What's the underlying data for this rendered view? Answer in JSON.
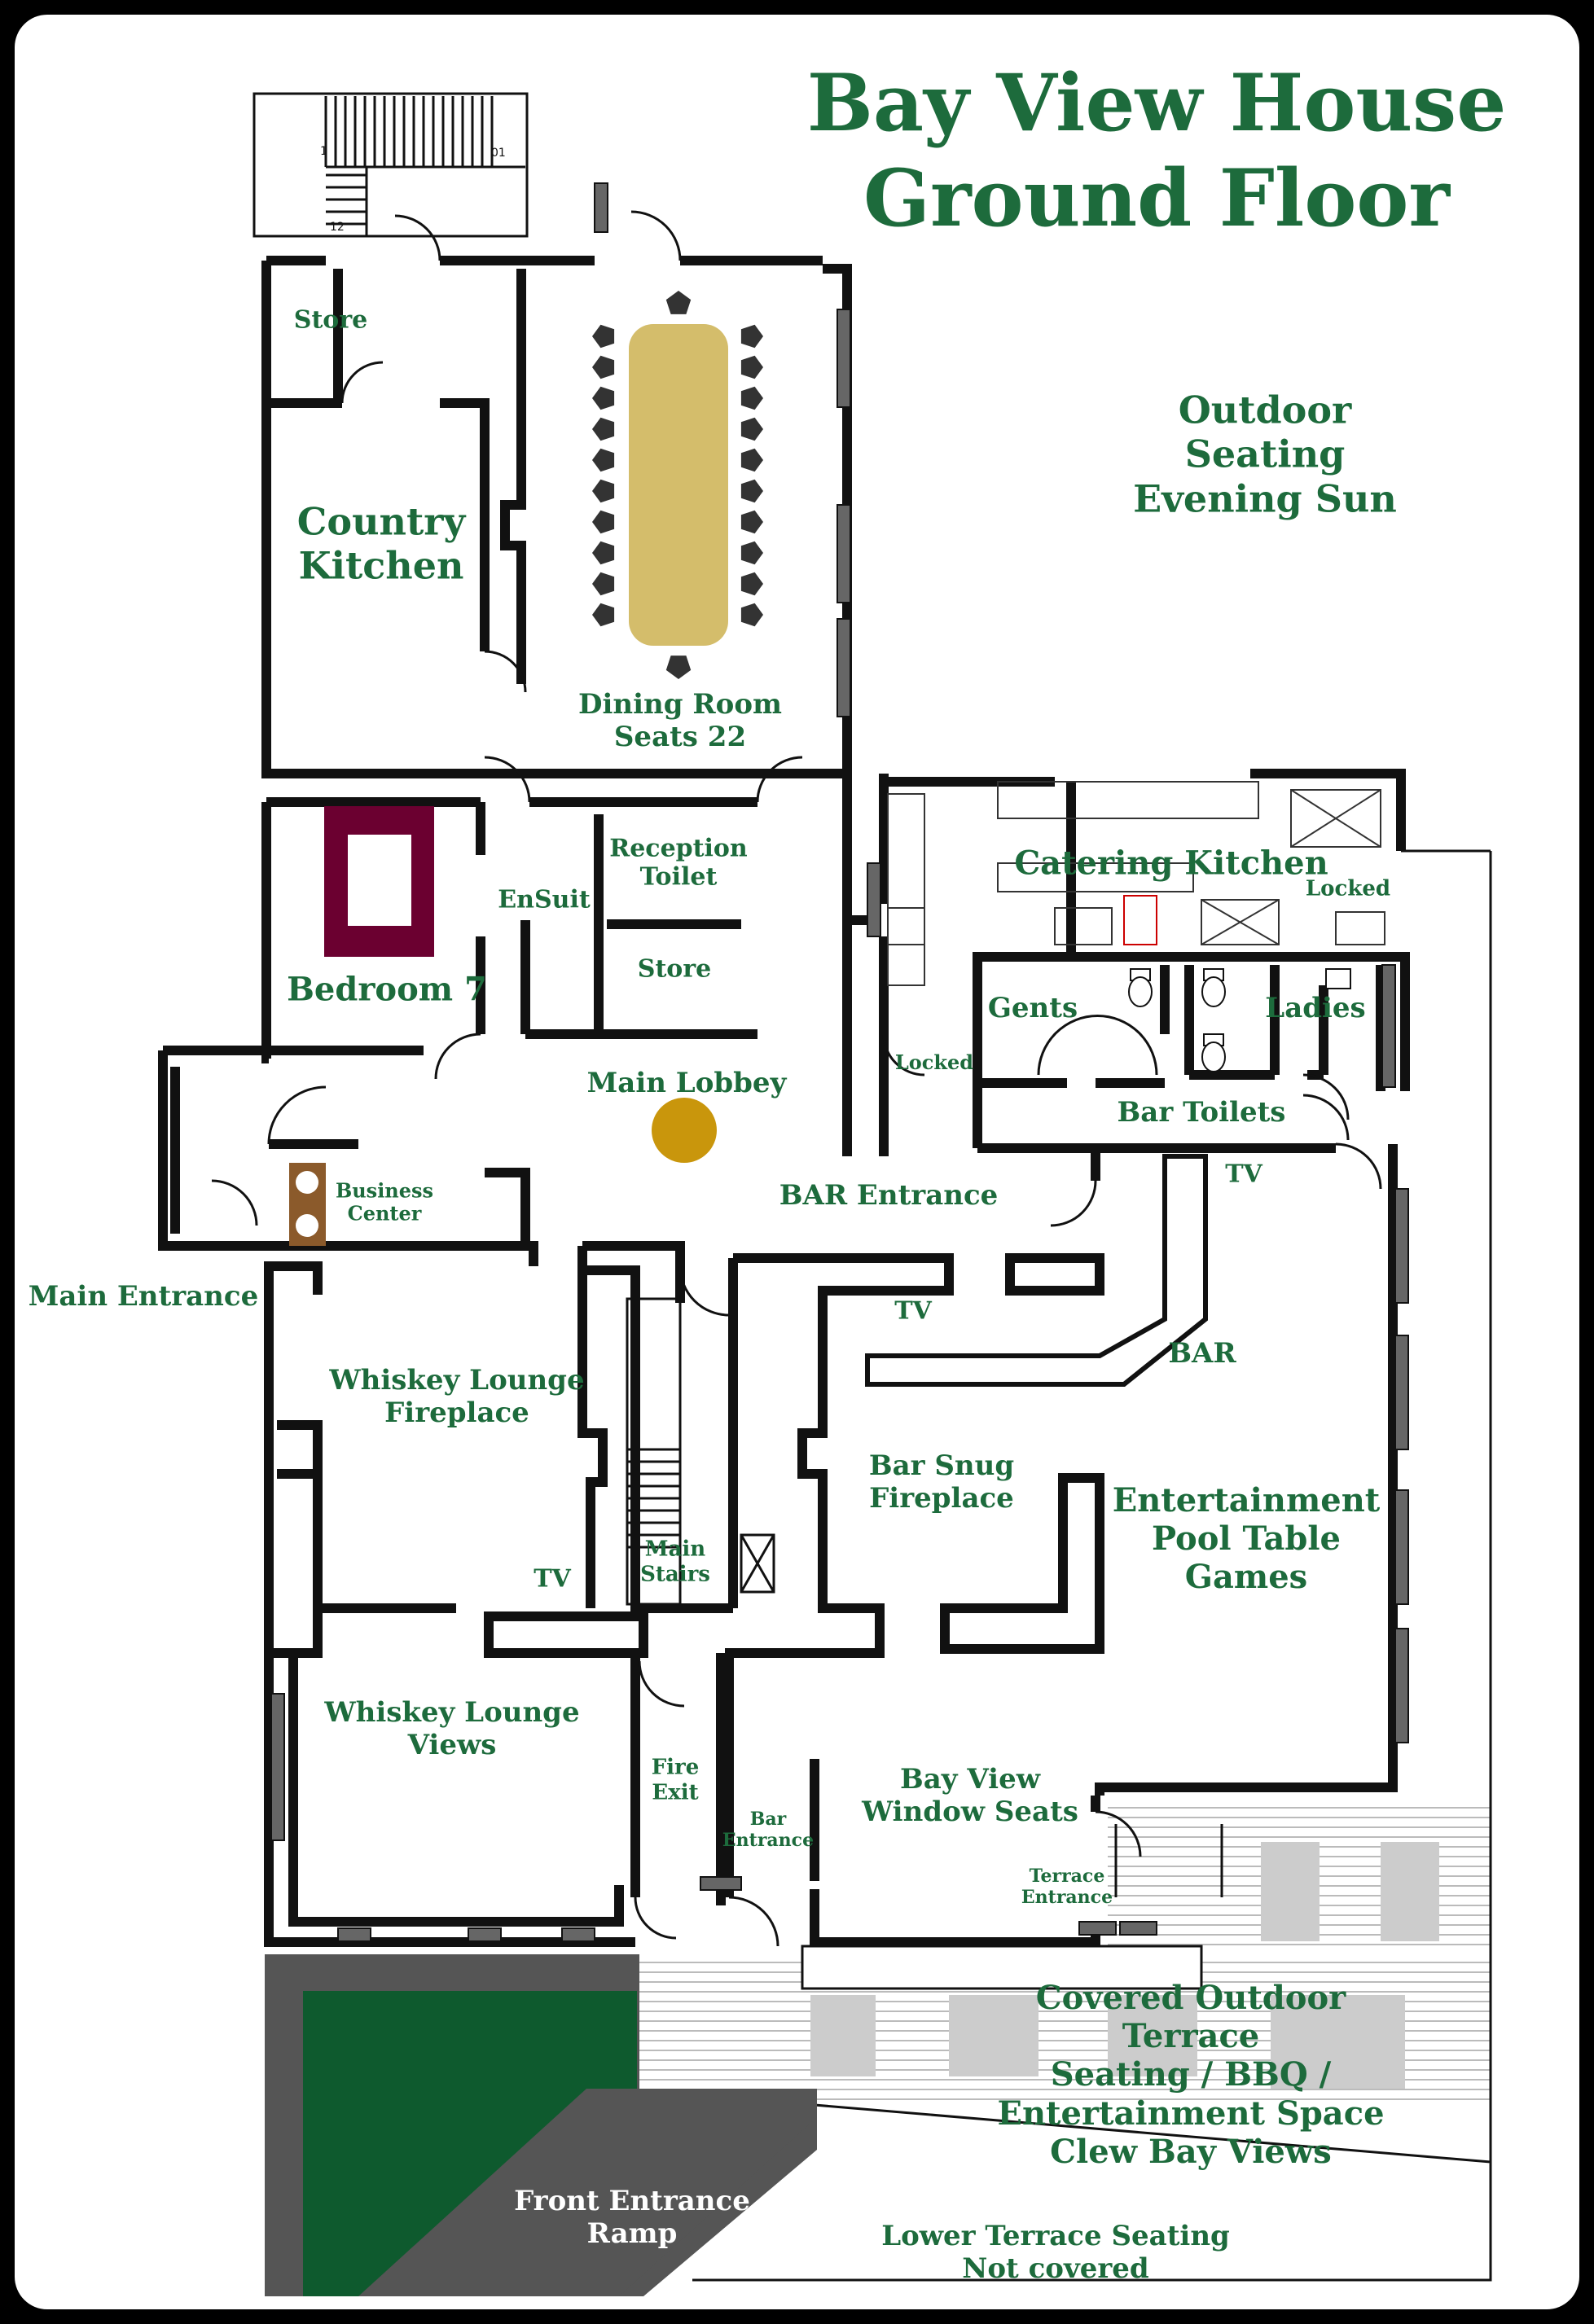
{
  "title_line1": "Bay View House",
  "title_line2": "Ground Floor",
  "colors": {
    "label_green": "#1d6b3c",
    "ramp_green": "#0e5a2e",
    "ramp_gray": "#555555",
    "table_gold": "#d4bd6b",
    "bed_maroon": "#6b0030",
    "lobby_dot": "#c9960c",
    "desk_brown": "#8b5a2b",
    "terrace_block": "#cccccc",
    "wall": "#111111"
  },
  "rooms": {
    "store_top": "Store",
    "country_kitchen": "Country\nKitchen",
    "dining_room": "Dining Room\nSeats 22",
    "outdoor_seating": "Outdoor Seating\nEvening Sun",
    "reception_toilet": "Reception\nToilet",
    "store_mid": "Store",
    "ensuit": "EnSuit",
    "bedroom7": "Bedroom 7",
    "catering_kitchen": "Catering Kitchen",
    "locked_kitchen": "Locked",
    "gents": "Gents",
    "ladies": "Ladies",
    "locked_bar": "Locked",
    "bar_toilets": "Bar Toilets",
    "main_lobbey": "Main Lobbey",
    "business_center": "Business\nCenter",
    "main_entrance": "Main Entrance",
    "bar_entrance_top": "BAR Entrance",
    "tv_bar_top": "TV",
    "tv_snug": "TV",
    "bar": "BAR",
    "whiskey_fireplace": "Whiskey Lounge\nFireplace",
    "bar_snug": "Bar Snug\nFireplace",
    "entertainment": "Entertainment\nPool Table\nGames",
    "tv_whiskey": "TV",
    "main_stairs": "Main\nStairs",
    "whiskey_views": "Whiskey Lounge\nViews",
    "fire_exit": "Fire\nExit",
    "bar_entrance_bottom": "Bar\nEntrance",
    "bay_view": "Bay View\nWindow Seats",
    "terrace_entrance": "Terrace\nEntrance",
    "covered_terrace": "Covered Outdoor Terrace\nSeating / BBQ / Entertainment Space\nClew Bay Views",
    "front_ramp": "Front Entrance\nRamp",
    "lower_terrace": "Lower Terrace Seating\nNot covered"
  },
  "stair_numbers": {
    "bottom": "1",
    "top": "01",
    "landing": "12"
  }
}
